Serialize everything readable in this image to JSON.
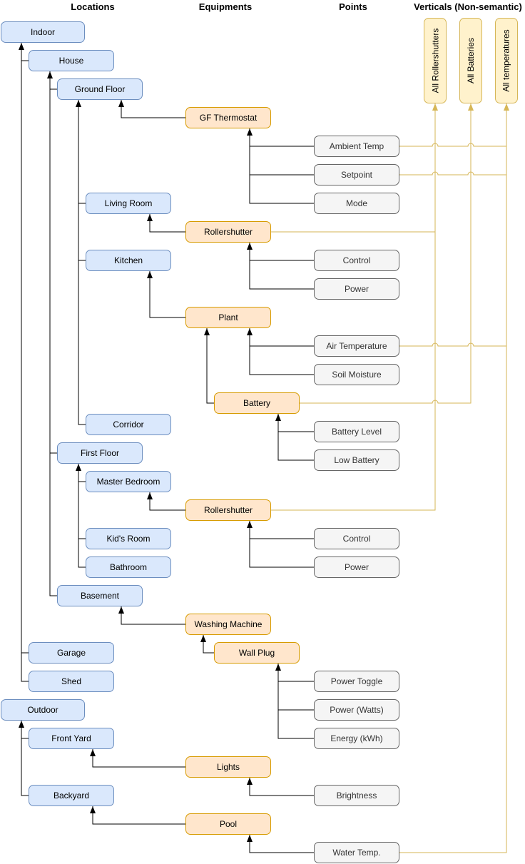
{
  "headers": {
    "locations": "Locations",
    "equipments": "Equipments",
    "points": "Points",
    "verticals": "Verticals (Non-semantic)"
  },
  "locations": [
    "Indoor",
    "House",
    "Ground Floor",
    "Living Room",
    "Kitchen",
    "Corridor",
    "First Floor",
    "Master Bedroom",
    "Kid's Room",
    "Bathroom",
    "Basement",
    "Garage",
    "Shed",
    "Outdoor",
    "Front Yard",
    "Backyard"
  ],
  "equipments": [
    "GF Thermostat",
    "Rollershutter",
    "Plant",
    "Battery",
    "Rollershutter",
    "Washing Machine",
    "Wall Plug",
    "Lights",
    "Pool"
  ],
  "points": [
    "Ambient Temp",
    "Setpoint",
    "Mode",
    "Control",
    "Power",
    "Air Temperature",
    "Soil Moisture",
    "Battery Level",
    "Low Battery",
    "Control",
    "Power",
    "Power Toggle",
    "Power (Watts)",
    "Energy (kWh)",
    "Brightness",
    "Water Temp."
  ],
  "verticals": [
    "All Rollershutters",
    "All Batteries",
    "All temperatures"
  ],
  "colors": {
    "location_fill": "#dae8fc",
    "location_stroke": "#6c8ebf",
    "equipment_fill": "#ffe6cc",
    "equipment_stroke": "#d79b00",
    "point_fill": "#f5f5f5",
    "point_stroke": "#666666",
    "vertical_fill": "#fff2cc",
    "vertical_stroke": "#d6b656",
    "edge_black": "#000000",
    "edge_yellow": "#d6b656"
  },
  "relations": {
    "location_parents": [
      {
        "child": "House",
        "parent": "Indoor"
      },
      {
        "child": "Ground Floor",
        "parent": "House"
      },
      {
        "child": "Living Room",
        "parent": "Ground Floor"
      },
      {
        "child": "Kitchen",
        "parent": "Ground Floor"
      },
      {
        "child": "Corridor",
        "parent": "Ground Floor"
      },
      {
        "child": "First Floor",
        "parent": "House"
      },
      {
        "child": "Master Bedroom",
        "parent": "First Floor"
      },
      {
        "child": "Kid's Room",
        "parent": "First Floor"
      },
      {
        "child": "Bathroom",
        "parent": "First Floor"
      },
      {
        "child": "Basement",
        "parent": "House"
      },
      {
        "child": "Garage",
        "parent": "Indoor"
      },
      {
        "child": "Shed",
        "parent": "Indoor"
      },
      {
        "child": "Front Yard",
        "parent": "Outdoor"
      },
      {
        "child": "Backyard",
        "parent": "Outdoor"
      }
    ],
    "equipment_locations": [
      {
        "equipment": "GF Thermostat",
        "location": "Ground Floor"
      },
      {
        "equipment": "Rollershutter",
        "location": "Living Room"
      },
      {
        "equipment": "Plant",
        "location": "Kitchen"
      },
      {
        "equipment": "Battery",
        "location": "Plant"
      },
      {
        "equipment": "Rollershutter",
        "location": "Master Bedroom"
      },
      {
        "equipment": "Washing Machine",
        "location": "Basement"
      },
      {
        "equipment": "Wall Plug",
        "location": "Washing Machine"
      },
      {
        "equipment": "Lights",
        "location": "Front Yard"
      },
      {
        "equipment": "Pool",
        "location": "Backyard"
      }
    ],
    "point_equipments": [
      {
        "point": "Ambient Temp",
        "equipment": "GF Thermostat"
      },
      {
        "point": "Setpoint",
        "equipment": "GF Thermostat"
      },
      {
        "point": "Mode",
        "equipment": "GF Thermostat"
      },
      {
        "point": "Control",
        "equipment": "Rollershutter (Living Room)"
      },
      {
        "point": "Power",
        "equipment": "Rollershutter (Living Room)"
      },
      {
        "point": "Air Temperature",
        "equipment": "Plant"
      },
      {
        "point": "Soil Moisture",
        "equipment": "Plant"
      },
      {
        "point": "Battery Level",
        "equipment": "Battery"
      },
      {
        "point": "Low Battery",
        "equipment": "Battery"
      },
      {
        "point": "Control",
        "equipment": "Rollershutter (Master Bedroom)"
      },
      {
        "point": "Power",
        "equipment": "Rollershutter (Master Bedroom)"
      },
      {
        "point": "Power Toggle",
        "equipment": "Wall Plug"
      },
      {
        "point": "Power (Watts)",
        "equipment": "Wall Plug"
      },
      {
        "point": "Energy (kWh)",
        "equipment": "Wall Plug"
      },
      {
        "point": "Brightness",
        "equipment": "Lights"
      },
      {
        "point": "Water Temp.",
        "equipment": "Pool"
      }
    ],
    "vertical_members": [
      {
        "vertical": "All Rollershutters",
        "members": [
          "Rollershutter (Living Room)",
          "Rollershutter (Master Bedroom)"
        ]
      },
      {
        "vertical": "All Batteries",
        "members": [
          "Battery"
        ]
      },
      {
        "vertical": "All temperatures",
        "members": [
          "Ambient Temp",
          "Setpoint",
          "Air Temperature",
          "Water Temp."
        ]
      }
    ]
  }
}
